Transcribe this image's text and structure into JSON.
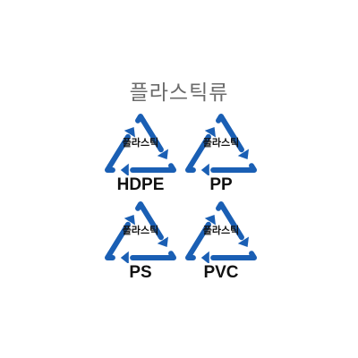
{
  "title": "플라스틱류",
  "accent_color": "#1a5fb4",
  "symbol_icon": "recycle-triangle-icon",
  "items": [
    {
      "inner_label": "플라스틱",
      "code": "HDPE"
    },
    {
      "inner_label": "플라스틱",
      "code": "PP"
    },
    {
      "inner_label": "플라스틱",
      "code": "PS"
    },
    {
      "inner_label": "플라스틱",
      "code": "PVC"
    }
  ]
}
